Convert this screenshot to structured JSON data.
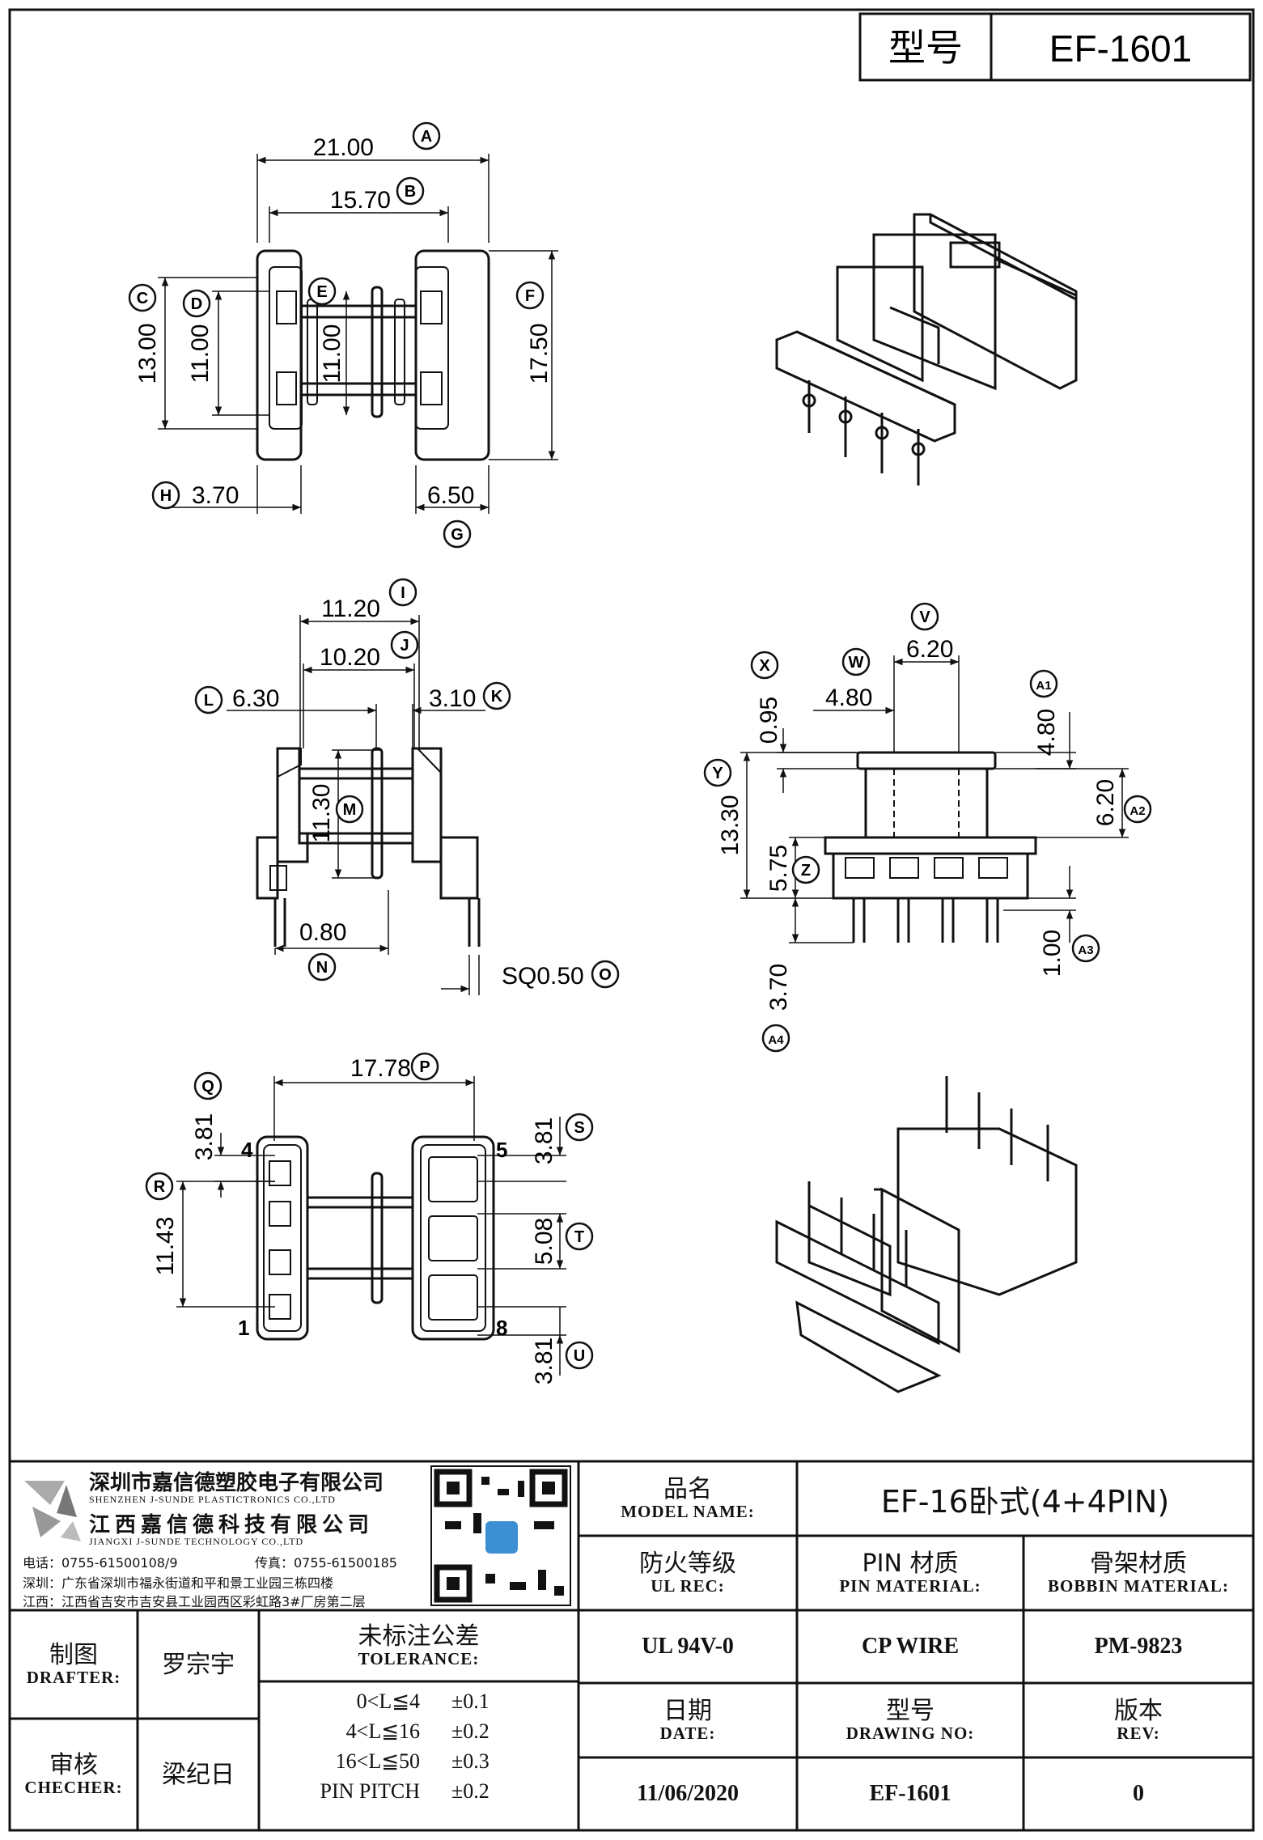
{
  "title_box": {
    "label": "型号",
    "value": "EF-1601"
  },
  "dimensions": {
    "top_view": {
      "a": "21.00",
      "b": "15.70",
      "c": "13.00",
      "d": "11.00",
      "e": "11.00",
      "f": "17.50",
      "h": "3.70",
      "g": "6.50"
    },
    "side_view": {
      "i": "11.20",
      "j": "10.20",
      "l": "6.30",
      "k": "3.10",
      "m": "11.30",
      "n": "0.80",
      "o": "SQ0.50"
    },
    "front_view": {
      "v": "6.20",
      "w": "4.80",
      "x": "0.95",
      "a1": "4.80",
      "y": "13.30",
      "a2": "6.20",
      "z": "5.75",
      "a3": "1.00",
      "a4": "3.70"
    },
    "bottom_view": {
      "p": "17.78",
      "q": "3.81",
      "r": "11.43",
      "s": "3.81",
      "t": "5.08",
      "u": "3.81"
    }
  },
  "callouts": [
    "A",
    "B",
    "C",
    "D",
    "E",
    "F",
    "G",
    "H",
    "I",
    "J",
    "K",
    "L",
    "M",
    "N",
    "O",
    "P",
    "Q",
    "R",
    "S",
    "T",
    "U",
    "V",
    "W",
    "X",
    "Y",
    "Z",
    "A1",
    "A2",
    "A3",
    "A4"
  ],
  "pins": [
    "1",
    "4",
    "5",
    "8"
  ],
  "company": {
    "name_cn_1": "深圳市嘉信德塑胶电子有限公司",
    "name_en_1": "SHENZHEN J-SUNDE PLASTICTRONICS CO.,LTD",
    "name_cn_2": "江西嘉信德科技有限公司",
    "name_en_2": "JIANGXI J-SUNDE TECHNOLOGY CO.,LTD",
    "phone": "电话：0755-61500108/9",
    "fax": "传真：0755-61500185",
    "addr_sz": "深圳：广东省深圳市福永街道和平和景工业园三栋四楼",
    "addr_jx": "江西：江西省吉安市吉安县工业园西区彩虹路3#厂房第二层"
  },
  "title_block": {
    "model_name_cn": "品名",
    "model_name_en": "MODEL NAME:",
    "model_name_value": "EF-16卧式(4+4PIN)",
    "ul_cn": "防火等级",
    "ul_en": "UL REC:",
    "ul_value": "UL 94V-0",
    "pin_cn": "PIN 材质",
    "pin_en": "PIN MATERIAL:",
    "pin_value": "CP WIRE",
    "bobbin_cn": "骨架材质",
    "bobbin_en": "BOBBIN MATERIAL:",
    "bobbin_value": "PM-9823",
    "drafter_cn": "制图",
    "drafter_en": "DRAFTER:",
    "drafter_value": "罗宗宇",
    "checker_cn": "审核",
    "checker_en": "CHECHER:",
    "checker_value": "梁纪日",
    "tol_cn": "未标注公差",
    "tol_en": "TOLERANCE:",
    "tolerances": [
      {
        "range": "0<L≦4",
        "value": "±0.1"
      },
      {
        "range": "4<L≦16",
        "value": "±0.2"
      },
      {
        "range": "16<L≦50",
        "value": "±0.3"
      },
      {
        "range": "PIN PITCH",
        "value": "±0.2"
      }
    ],
    "date_cn": "日期",
    "date_en": "DATE:",
    "date_value": "11/06/2020",
    "drawing_cn": "型号",
    "drawing_en": "DRAWING NO:",
    "drawing_value": "EF-1601",
    "rev_cn": "版本",
    "rev_en": "REV:",
    "rev_value": "0"
  }
}
